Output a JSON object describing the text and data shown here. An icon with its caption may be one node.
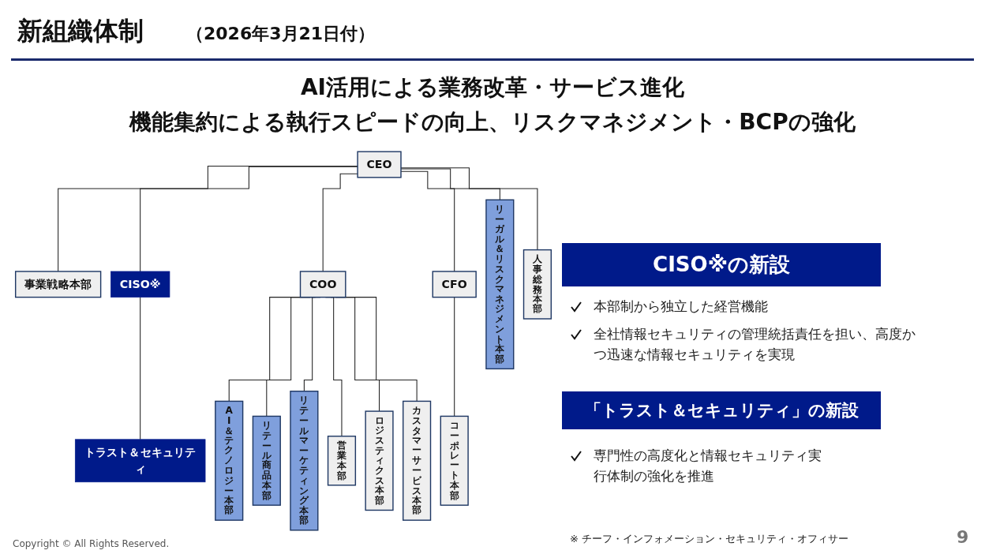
{
  "diagram": {
    "title": "新組織体制",
    "nodes": [
      {
        "text": [
          "CEO"
        ]
      },
      {
        "text": [
          "事業戦略本部"
        ]
      },
      {
        "text": [
          "CISO※"
        ]
      },
      {
        "text": [
          "トラスト＆セキュリティ"
        ]
      },
      {
        "text": [
          "COO"
        ]
      },
      {
        "text": [
          "CFO"
        ]
      },
      {
        "text": [
          "AI＆テクノロジー本部"
        ]
      },
      {
        "text": [
          "リテール商品本部"
        ]
      },
      {
        "text": [
          "リテールマーケティング本部"
        ]
      },
      {
        "text": [
          "営業本部"
        ]
      },
      {
        "text": [
          "ロジスティクス本部"
        ]
      },
      {
        "text": [
          "カスタマーサービス本部"
        ]
      },
      {
        "text": [
          "コーポレート本部"
        ]
      },
      {
        "text": [
          "リーガル＆リスクマネジメント本部"
        ]
      },
      {
        "text": [
          "人事総務本部"
        ]
      }
    ],
    "edges": [
      {
        "from": 0,
        "to": 1,
        "arrow": "none"
      },
      {
        "from": 0,
        "to": 2,
        "arrow": "none"
      },
      {
        "from": 2,
        "to": 3,
        "arrow": "none"
      },
      {
        "from": 0,
        "to": 4,
        "arrow": "none"
      },
      {
        "from": 0,
        "to": 5,
        "arrow": "none"
      },
      {
        "from": 0,
        "to": 13,
        "arrow": "none"
      },
      {
        "from": 0,
        "to": 14,
        "arrow": "none"
      },
      {
        "from": 4,
        "to": 6,
        "arrow": "none"
      },
      {
        "from": 4,
        "to": 7,
        "arrow": "none"
      },
      {
        "from": 4,
        "to": 8,
        "arrow": "none"
      },
      {
        "from": 4,
        "to": 9,
        "arrow": "none"
      },
      {
        "from": 4,
        "to": 10,
        "arrow": "none"
      },
      {
        "from": 4,
        "to": 11,
        "arrow": "none"
      },
      {
        "from": 5,
        "to": 12,
        "arrow": "none"
      }
    ],
    "labels": [
      "（2026年3月21日付）",
      "AI活用による業務改革・サービス進化",
      "機能集約による執行スピードの向上、リスクマネジメント・BCPの強化",
      "CISO※の新設",
      "本部制から独立した経営機能",
      "全社情報セキュリティの管理統括責任を担い、高度かつ迅速な情報セキュリティを実現",
      "「トラスト＆セキュリティ」の新設",
      "専門性の高度化と情報セキュリティ実行体制の強化を推進",
      "Copyright © All Rights Reserved.",
      "※ チーフ・インフォメーション・セキュリティ・オフィサー",
      "9"
    ]
  }
}
